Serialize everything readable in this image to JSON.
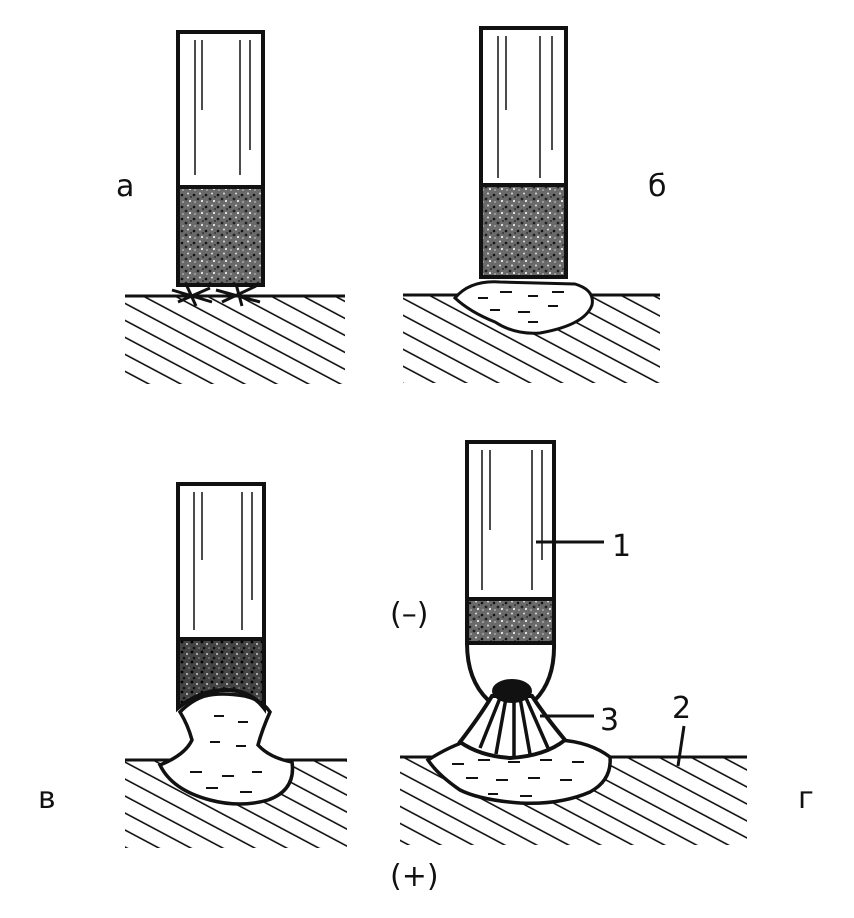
{
  "panels": {
    "a": {
      "label": "а"
    },
    "b": {
      "label": "б"
    },
    "v": {
      "label": "в"
    },
    "g": {
      "label": "г"
    }
  },
  "callouts": {
    "electrode": "1",
    "workpiece": "2",
    "arc": "3"
  },
  "polarity": {
    "negative": "(–)",
    "positive": "(+)"
  },
  "colors": {
    "ink": "#111111",
    "background": "#ffffff"
  }
}
